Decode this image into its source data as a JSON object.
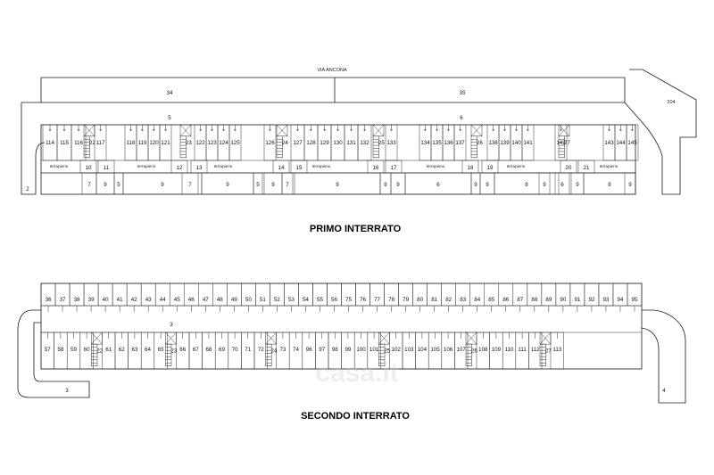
{
  "street_label": "VIA ANCONA",
  "lot_label_left": "34",
  "lot_label_right": "35",
  "corner_label": "204",
  "upper": {
    "title": "PRIMO INTERRATO",
    "block_labels": [
      "5",
      "6"
    ],
    "ramp_label": "2",
    "terrapieno_label": "terrapieno",
    "groups": [
      [
        "114",
        "115",
        "116"
      ],
      [
        "117"
      ],
      [
        "118",
        "119",
        "120",
        "121"
      ],
      [
        "122",
        "123",
        "124",
        "125"
      ],
      [
        "126"
      ],
      [
        "127",
        "128",
        "129",
        "130",
        "131",
        "132"
      ],
      [
        "133"
      ],
      [
        "134",
        "135",
        "136",
        "137"
      ],
      [
        "138",
        "139",
        "140",
        "141"
      ],
      [
        "142"
      ],
      [
        "143",
        "144",
        "145"
      ]
    ],
    "stairs": [
      "22",
      "23",
      "24",
      "25",
      "26",
      "27"
    ],
    "lower_small": [
      "10",
      "11",
      "12",
      "13",
      "14",
      "15",
      "16",
      "17",
      "18",
      "19",
      "20",
      "21"
    ],
    "lower_cells": [
      "7",
      "9",
      "5",
      "9",
      "7",
      "9",
      "5",
      "9",
      "7",
      "9",
      "8",
      "9",
      "6",
      "9",
      "9",
      "8",
      "9",
      "6",
      "9",
      "8",
      "9"
    ]
  },
  "lower": {
    "title": "SECONDO INTERRATO",
    "aisle_label": "3",
    "ramp_left_label": "3",
    "ramp_right_label": "4",
    "top_row": [
      "36",
      "37",
      "38",
      "39",
      "40",
      "41",
      "42",
      "43",
      "44",
      "45",
      "46",
      "47",
      "48",
      "49",
      "50",
      "51",
      "52",
      "53",
      "54",
      "55",
      "56",
      "75",
      "76",
      "77",
      "78",
      "79",
      "80",
      "81",
      "82",
      "83",
      "84",
      "85",
      "86",
      "87",
      "88",
      "89",
      "90",
      "91",
      "92",
      "93",
      "94",
      "95"
    ],
    "bottom_row": [
      "57",
      "58",
      "59",
      "60",
      "61",
      "62",
      "63",
      "64",
      "65",
      "66",
      "67",
      "68",
      "69",
      "70",
      "71",
      "72",
      "73",
      "74",
      "96",
      "97",
      "98",
      "99",
      "100",
      "101",
      "102",
      "103",
      "104",
      "105",
      "106",
      "107",
      "108",
      "109",
      "110",
      "111",
      "112",
      "113"
    ],
    "stairs": [
      "22",
      "23",
      "24",
      "25",
      "26",
      "27"
    ]
  },
  "watermark": "casa.it"
}
